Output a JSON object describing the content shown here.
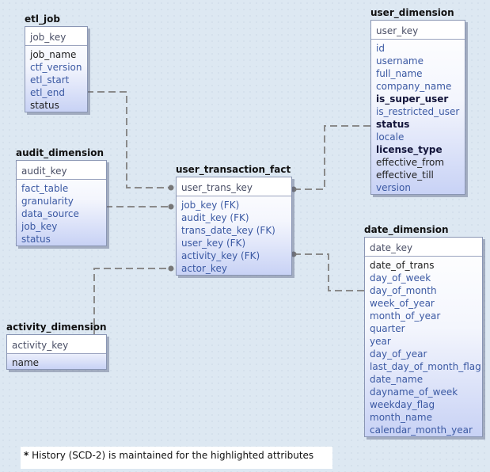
{
  "entities": [
    {
      "id": "etl_job",
      "title": "etl_job",
      "key": "job_key",
      "attributes": [
        {
          "name": "job_name",
          "style": "plain"
        },
        {
          "name": "ctf_version",
          "style": "blue"
        },
        {
          "name": "etl_start",
          "style": "blue"
        },
        {
          "name": "etl_end",
          "style": "blue"
        },
        {
          "name": "status",
          "style": "plain"
        }
      ]
    },
    {
      "id": "audit_dimension",
      "title": "audit_dimension",
      "key": "audit_key",
      "attributes": [
        {
          "name": "fact_table",
          "style": "blue"
        },
        {
          "name": "granularity",
          "style": "blue"
        },
        {
          "name": "data_source",
          "style": "blue"
        },
        {
          "name": "job_key",
          "style": "blue"
        },
        {
          "name": "status",
          "style": "blue"
        }
      ]
    },
    {
      "id": "activity_dimension",
      "title": "activity_dimension",
      "key": "activity_key",
      "attributes": [
        {
          "name": "name",
          "style": "plain"
        }
      ]
    },
    {
      "id": "user_transaction_fact",
      "title": "user_transaction_fact",
      "key": "user_trans_key",
      "attributes": [
        {
          "name": "job_key (FK)",
          "style": "blue"
        },
        {
          "name": "audit_key (FK)",
          "style": "blue"
        },
        {
          "name": "trans_date_key (FK)",
          "style": "blue"
        },
        {
          "name": "user_key (FK)",
          "style": "blue"
        },
        {
          "name": "activity_key (FK)",
          "style": "blue"
        },
        {
          "name": "actor_key",
          "style": "blue"
        }
      ]
    },
    {
      "id": "user_dimension",
      "title": "user_dimension",
      "key": "user_key",
      "attributes": [
        {
          "name": "id",
          "style": "blue"
        },
        {
          "name": "username",
          "style": "blue"
        },
        {
          "name": "full_name",
          "style": "blue"
        },
        {
          "name": "company_name",
          "style": "blue"
        },
        {
          "name": "is_super_user",
          "style": "bold"
        },
        {
          "name": "is_restricted_user",
          "style": "blue"
        },
        {
          "name": "status",
          "style": "bold"
        },
        {
          "name": "locale",
          "style": "blue"
        },
        {
          "name": "license_type",
          "style": "bold"
        },
        {
          "name": "effective_from",
          "style": "plain"
        },
        {
          "name": "effective_till",
          "style": "plain"
        },
        {
          "name": "version",
          "style": "blue"
        }
      ]
    },
    {
      "id": "date_dimension",
      "title": "date_dimension",
      "key": "date_key",
      "attributes": [
        {
          "name": "date_of_trans",
          "style": "plain"
        },
        {
          "name": "day_of_week",
          "style": "blue"
        },
        {
          "name": "day_of_month",
          "style": "blue"
        },
        {
          "name": "week_of_year",
          "style": "blue"
        },
        {
          "name": "month_of_year",
          "style": "blue"
        },
        {
          "name": "quarter",
          "style": "blue"
        },
        {
          "name": "year",
          "style": "blue"
        },
        {
          "name": "day_of_year",
          "style": "blue"
        },
        {
          "name": "last_day_of_month_flag",
          "style": "blue"
        },
        {
          "name": "date_name",
          "style": "blue"
        },
        {
          "name": "dayname_of_week",
          "style": "blue"
        },
        {
          "name": "weekday_flag",
          "style": "blue"
        },
        {
          "name": "month_name",
          "style": "blue"
        },
        {
          "name": "calendar_month_year",
          "style": "blue"
        }
      ]
    }
  ],
  "relationships": [
    {
      "from": "etl_job",
      "to": "user_transaction_fact"
    },
    {
      "from": "audit_dimension",
      "to": "user_transaction_fact"
    },
    {
      "from": "activity_dimension",
      "to": "user_transaction_fact"
    },
    {
      "from": "user_dimension",
      "to": "user_transaction_fact"
    },
    {
      "from": "date_dimension",
      "to": "user_transaction_fact"
    }
  ],
  "colors": {
    "plain_text": "#1f1f1f",
    "fk_text": "#3b59a3",
    "highlight_text": "#12143a",
    "connector": "#8a8a8a",
    "box_border": "#8a96b4"
  },
  "note": {
    "star": "*",
    "text": "History (SCD-2) is maintained for the highlighted attributes"
  }
}
